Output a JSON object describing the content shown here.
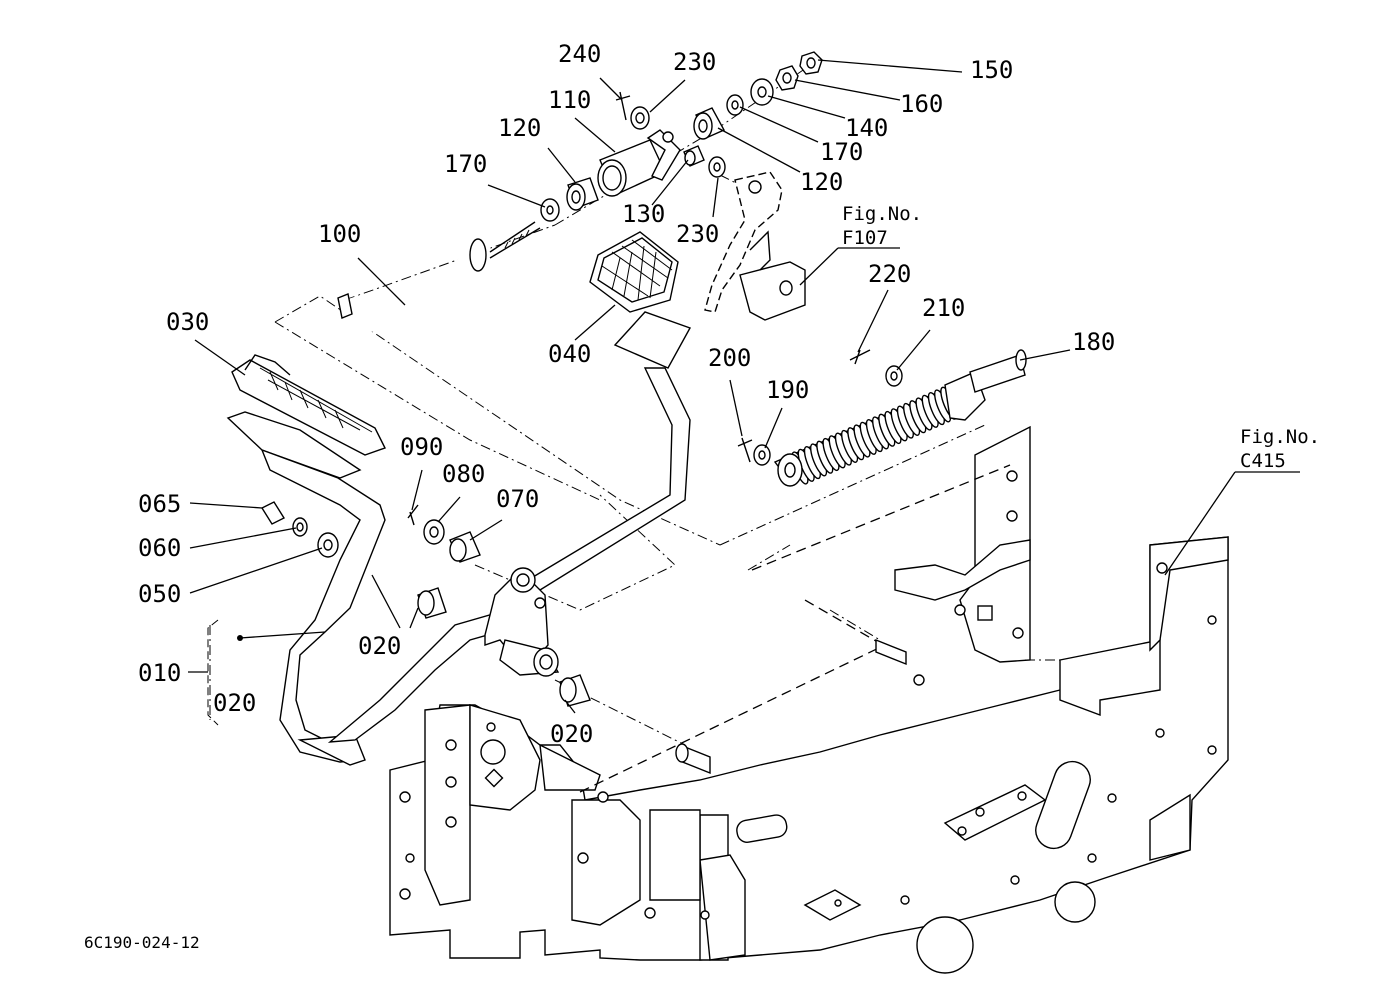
{
  "drawing_code": "6C190-024-12",
  "callouts": {
    "p240": "240",
    "p230a": "230",
    "p110": "110",
    "p120a": "120",
    "p170a": "170",
    "p100": "100",
    "p130": "130",
    "p230b": "230",
    "p120b": "120",
    "p170b": "170",
    "p140": "140",
    "p160": "160",
    "p150": "150",
    "p030": "030",
    "p040": "040",
    "p220": "220",
    "p210": "210",
    "p180": "180",
    "p200": "200",
    "p190": "190",
    "p090": "090",
    "p080": "080",
    "p070": "070",
    "p065": "065",
    "p060": "060",
    "p050": "050",
    "p020a": "020",
    "p010": "010",
    "p020b": "020",
    "p020c": "020"
  },
  "figure_refs": {
    "f107": {
      "label": "Fig.No.",
      "number": "F107"
    },
    "c415": {
      "label": "Fig.No.",
      "number": "C415"
    }
  }
}
